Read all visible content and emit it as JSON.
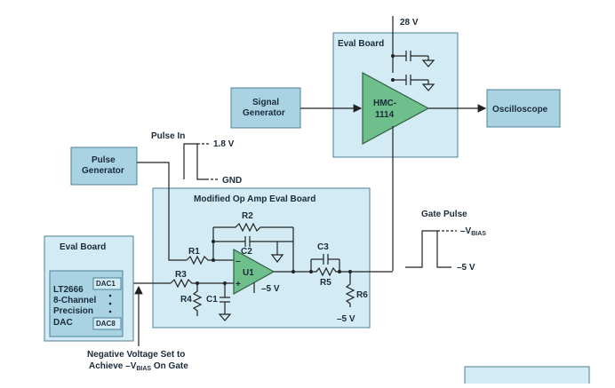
{
  "supply": {
    "label": "28 V"
  },
  "eval_board_top": {
    "title": "Eval Board"
  },
  "signal_generator": {
    "line1": "Signal",
    "line2": "Generator"
  },
  "amplifier": {
    "line1": "HMC-",
    "line2": "1114"
  },
  "oscilloscope": {
    "label": "Oscilloscope"
  },
  "pulse_generator": {
    "line1": "Pulse",
    "line2": "Generator"
  },
  "pulse_in": {
    "label": "Pulse In",
    "high": "1.8 V",
    "low": "GND"
  },
  "op_amp_board": {
    "title": "Modified Op Amp Eval Board",
    "r1": "R1",
    "r2": "R2",
    "r3": "R3",
    "r4": "R4",
    "r5": "R5",
    "r6": "R6",
    "c1": "C1",
    "c2": "C2",
    "c3": "C3",
    "u1": "U1",
    "minus_in": "–",
    "plus_in": "+",
    "supply_neg": "–5 V",
    "r6_supply": "–5 V"
  },
  "gate_pulse": {
    "label": "Gate Pulse",
    "high_prefix": "–V",
    "high_sub": "BIAS",
    "low": "–5 V"
  },
  "eval_board_left": {
    "title": "Eval Board",
    "dac_line1": "LT2666",
    "dac_line2": "8-Channel",
    "dac_line3": "Precision",
    "dac_line4": "DAC",
    "dac1": "DAC1",
    "dac8": "DAC8"
  },
  "note": {
    "line1": "Negative Voltage Set to",
    "line2_prefix": "Achieve –V",
    "line2_sub": "BIAS",
    "line2_suffix": " On Gate"
  },
  "colors": {
    "board_fill": "#d3ebf4",
    "board_stroke": "#4d7f97",
    "block_fill": "#a9d3e3",
    "amp_fill": "#6fbf8c",
    "wire": "#222222"
  }
}
